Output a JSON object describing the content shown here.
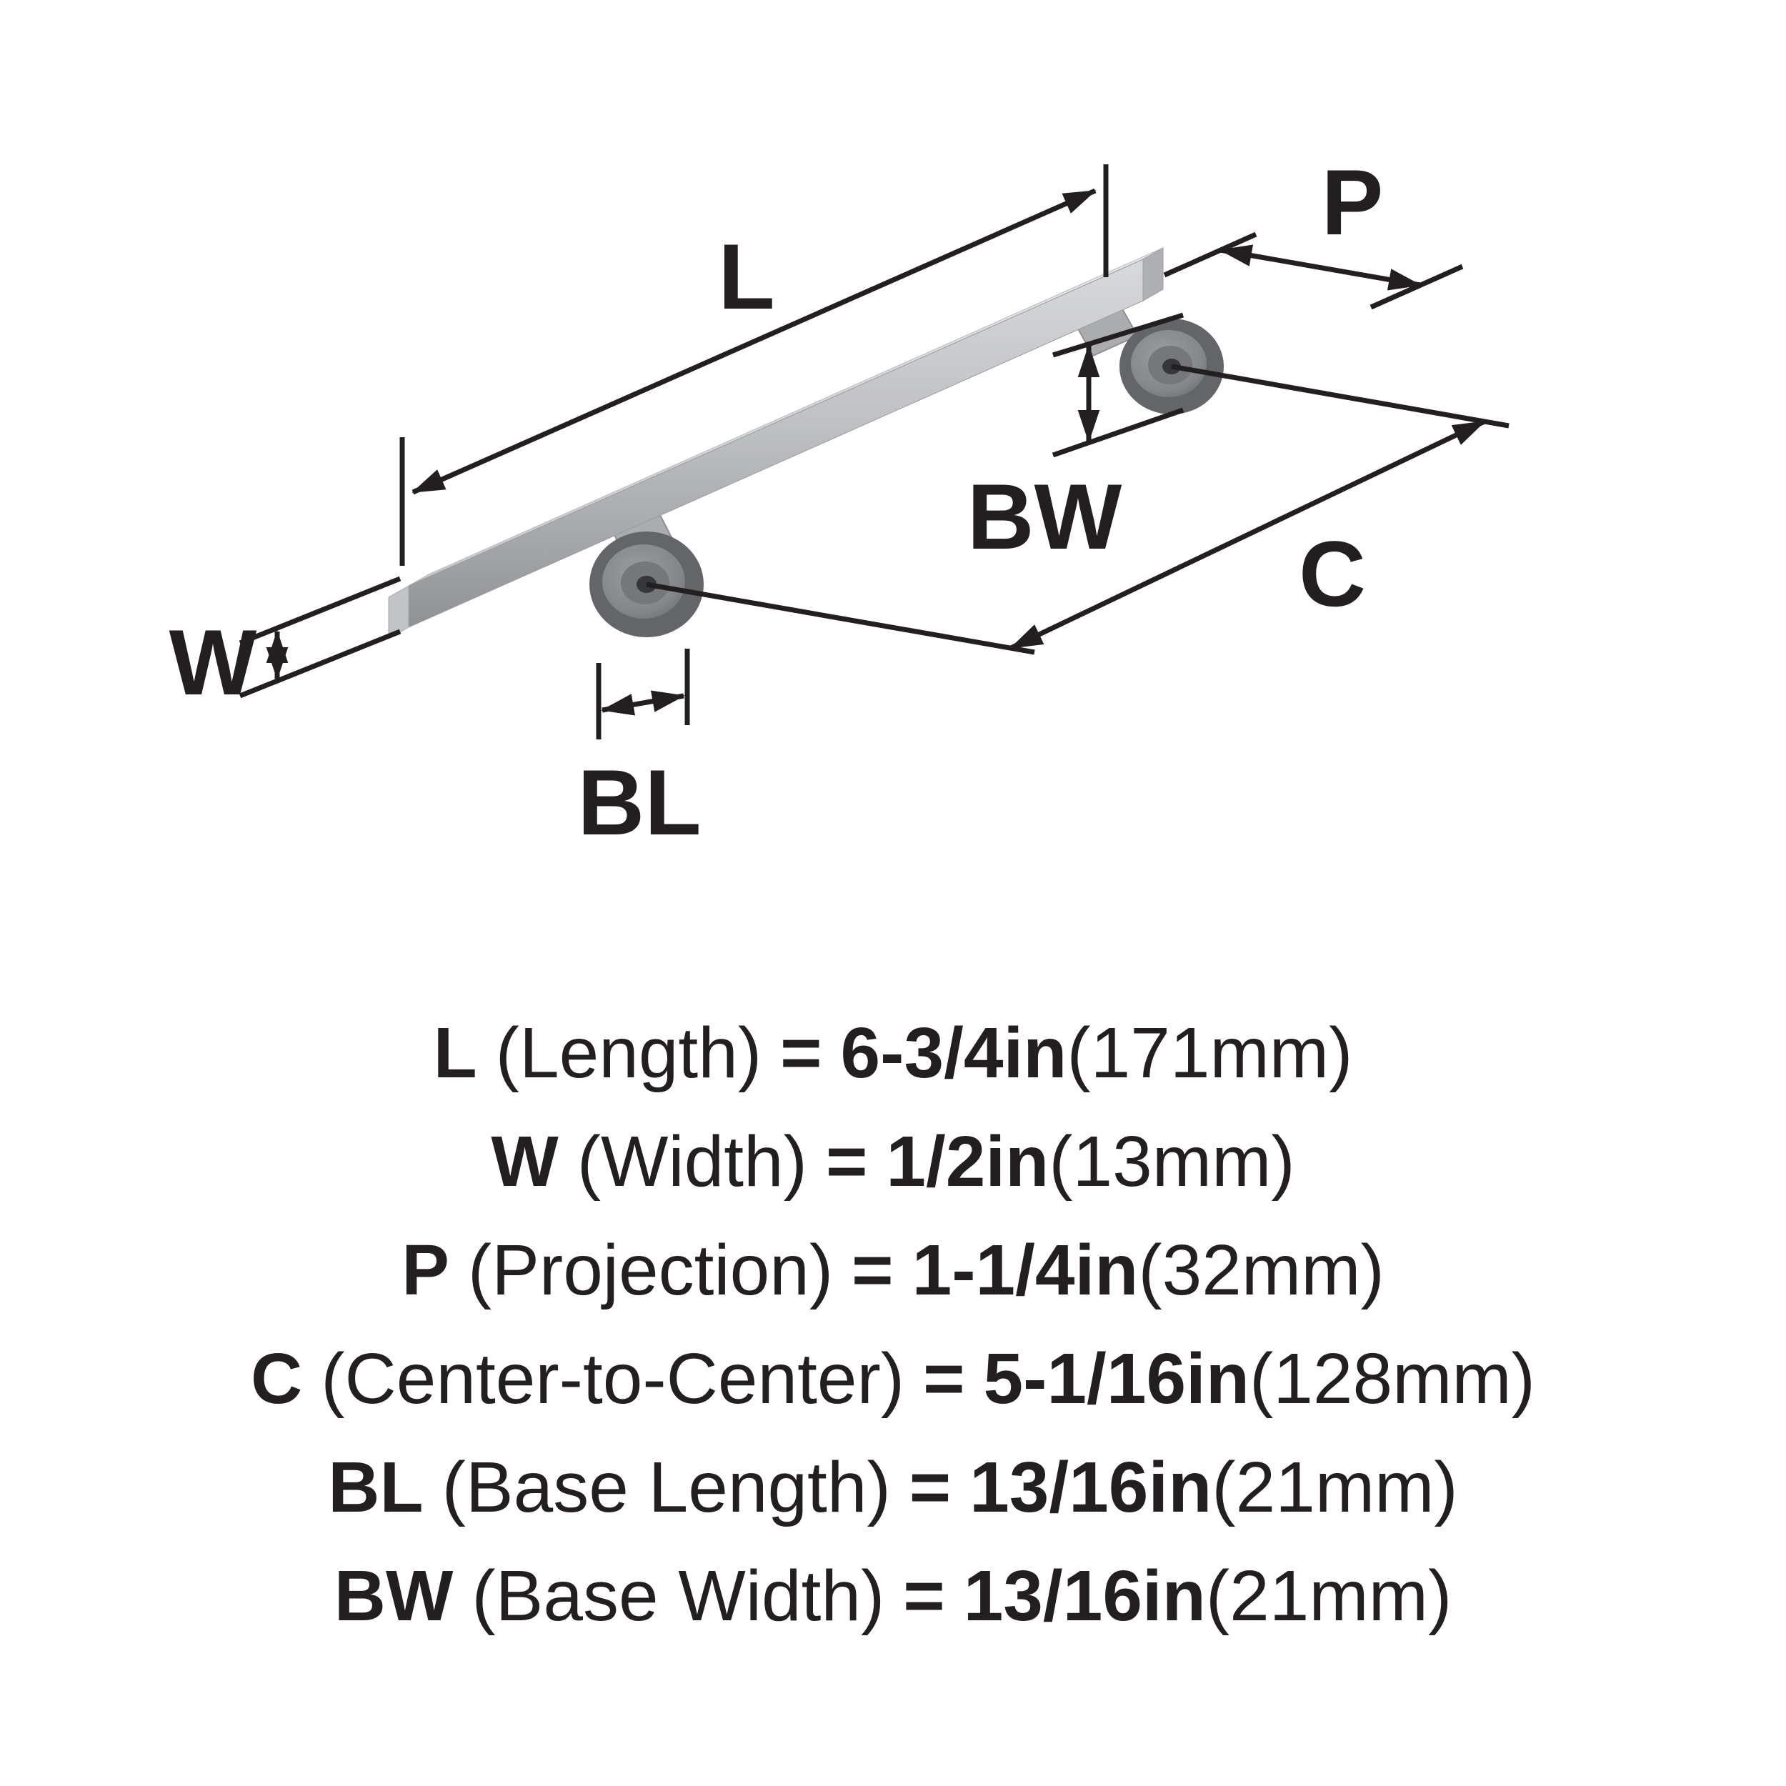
{
  "diagram": {
    "type": "technical-dimension-diagram",
    "subject": "bar cabinet pull with two round bases",
    "labels": {
      "length": "L",
      "projection": "P",
      "width": "W",
      "base_width": "BW",
      "center_to_center": "C",
      "base_length": "BL"
    },
    "colors": {
      "line": "#231f20",
      "bar_light": "#dcdddf",
      "bar_mid": "#b9babd",
      "bar_dark": "#919396",
      "base_outer": "#636568",
      "base_face": "#8b8d90",
      "base_ring": "#75777a",
      "base_hole": "#35373a",
      "background": "#ffffff"
    }
  },
  "specs": [
    {
      "symbol": "L",
      "name": "(Length)",
      "eq": "=",
      "value": "6-3/4in",
      "metric": "(171mm)"
    },
    {
      "symbol": "W",
      "name": "(Width)",
      "eq": "=",
      "value": "1/2in",
      "metric": "(13mm)"
    },
    {
      "symbol": "P",
      "name": "(Projection)",
      "eq": "=",
      "value": "1-1/4in",
      "metric": "(32mm)"
    },
    {
      "symbol": "C",
      "name": "(Center-to-Center)",
      "eq": "=",
      "value": "5-1/16in",
      "metric": "(128mm)"
    },
    {
      "symbol": "BL",
      "name": "(Base Length)",
      "eq": "=",
      "value": "13/16in",
      "metric": "(21mm)"
    },
    {
      "symbol": "BW",
      "name": "(Base Width)",
      "eq": "=",
      "value": "13/16in",
      "metric": "(21mm)"
    }
  ]
}
